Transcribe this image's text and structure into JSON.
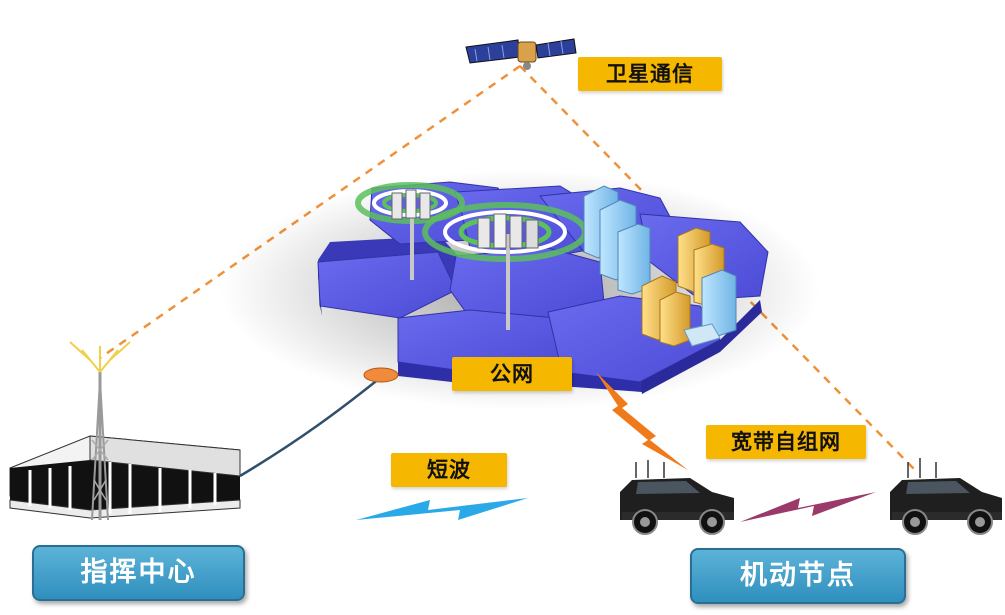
{
  "labels": {
    "satellite": "卫星通信",
    "public_network": "公网",
    "shortwave": "短波",
    "broadband_adhoc": "宽带自组网",
    "command_center": "指挥中心",
    "mobile_node": "机动节点"
  },
  "colors": {
    "tag_fill": "#f5b700",
    "label_fill": "#3fa0cc",
    "dashed_link": "#f0913a",
    "hex_platform": "#5a5ae0",
    "shortwave_bolt": "#29a9e8",
    "adhoc_bolt": "#9b3a6a",
    "publicnet_bolt": "#f07a1a",
    "cable": "#2f4f6a"
  },
  "icons": [
    "satellite-icon",
    "command-center-building-icon",
    "radio-tower-icon",
    "cell-tower-icon",
    "city-buildings-icon",
    "vehicle-icon"
  ]
}
